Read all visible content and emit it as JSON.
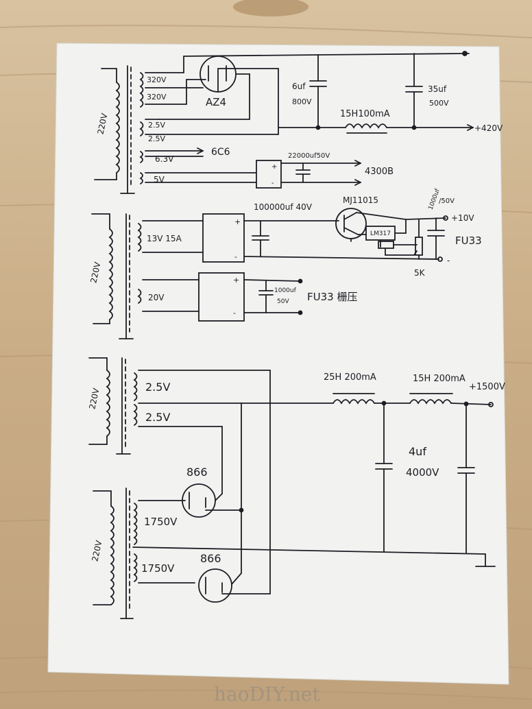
{
  "section_top": {
    "primary_voltage": "220V",
    "windings": [
      "320V",
      "320V",
      "2.5V",
      "2.5V",
      "6.3V",
      "5V"
    ],
    "rectifier_tube": "AZ4",
    "cap_left": {
      "value": "6uf",
      "voltage": "800V"
    },
    "cap_right": {
      "value": "35uf",
      "voltage": "500V"
    },
    "choke": "15H100mA",
    "output": "+420V",
    "heater_dest": "6C6",
    "filament_dest": "4300B",
    "filter_cap": "22000uf50V",
    "bridge_plus": "+",
    "bridge_minus": "-"
  },
  "section_mid": {
    "primary_voltage": "220V",
    "winding_a": "13V 15A",
    "winding_b": "20V",
    "big_cap": "100000uf 40V",
    "transistor": "MJ11015",
    "regulator": "LM317",
    "out_cap_value": "1000uf",
    "out_cap_voltage": "/50V",
    "out_plus": "+10V",
    "out_minus": "-",
    "tube": "FU33",
    "pot": "5K",
    "cap_b_value": "1000uf",
    "cap_b_voltage": "50V",
    "grid_label": "FU33 栅压",
    "bridge_plus": "+",
    "bridge_minus": "-"
  },
  "section_bot": {
    "primary_top": "220V",
    "primary_bottom": "220V",
    "filament_windings": [
      "2.5V",
      "2.5V"
    ],
    "hv_windings": [
      "1750V",
      "1750V"
    ],
    "tube_a": "866",
    "tube_b": "866",
    "choke_a": "25H 200mA",
    "choke_b": "15H 200mA",
    "output": "+1500V",
    "cap_value": "4uf",
    "cap_voltage": "4000V"
  },
  "watermark": "haoDIY.net"
}
